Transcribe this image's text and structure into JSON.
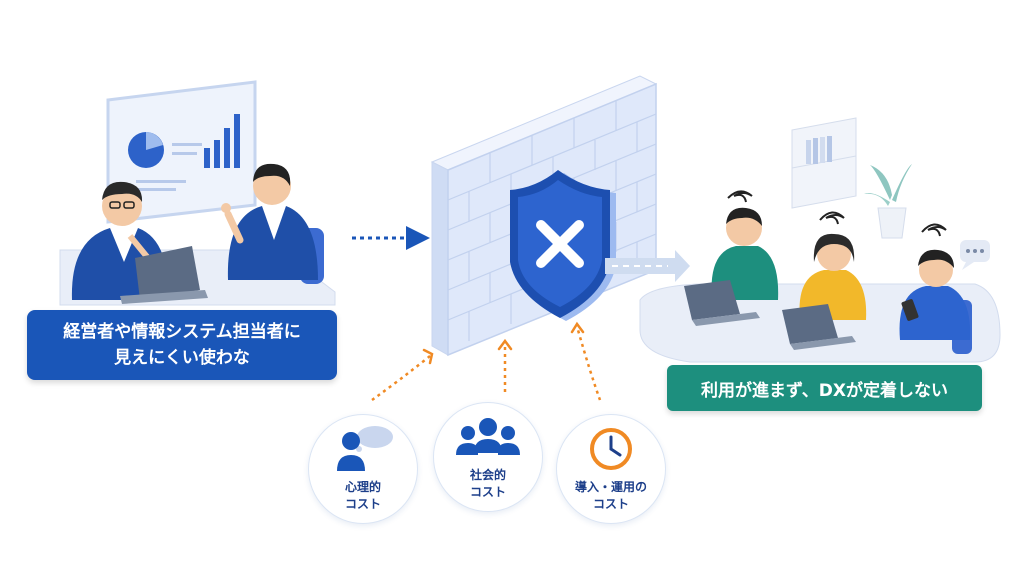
{
  "left_label": {
    "line1": "経営者や情報システム担当者に",
    "line2": "見えにくい使わな"
  },
  "right_label": {
    "text": "利用が進まず、DXが定着しない"
  },
  "costs": [
    {
      "line1": "心理的",
      "line2": "コスト",
      "icon": "thought-bubble-person-icon"
    },
    {
      "line1": "社会的",
      "line2": "コスト",
      "icon": "group-people-icon"
    },
    {
      "line1": "導入・運用の",
      "line2": "コスト",
      "icon": "clock-icon"
    }
  ],
  "colors": {
    "blue": "#1a56b8",
    "teal": "#1d8f7e",
    "orange": "#f08a24",
    "wall": "#dfe8fa"
  }
}
